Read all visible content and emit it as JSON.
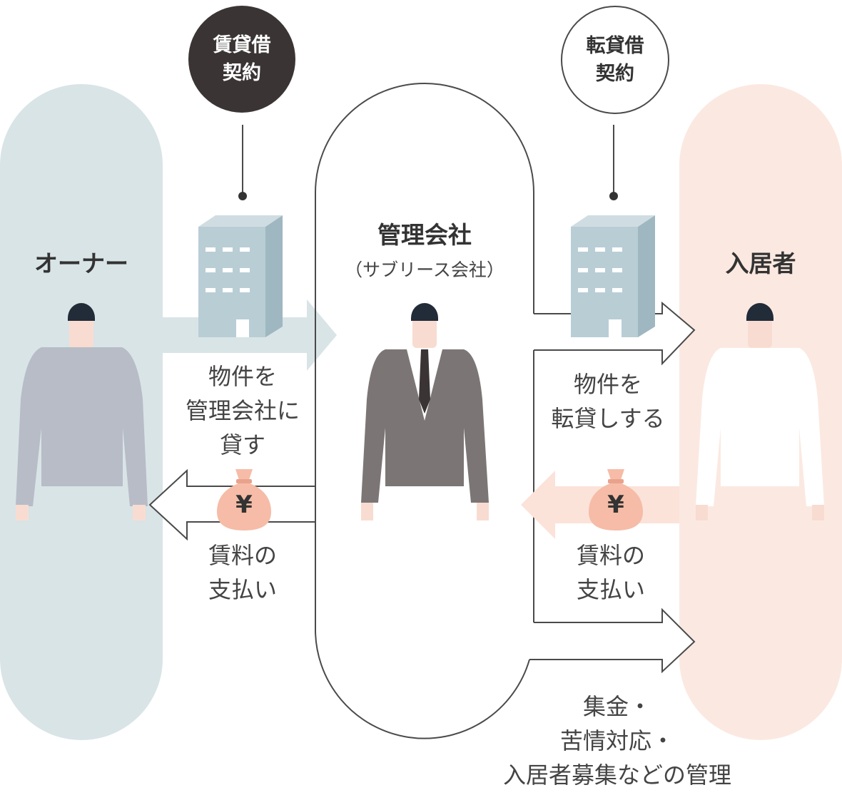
{
  "contract_badges": {
    "lease": "賃貸借\n契約",
    "sublease": "転貸借\n契約"
  },
  "actors": {
    "owner": "オーナー",
    "manager": "管理会社",
    "manager_sub": "（サブリース会社）",
    "tenant": "入居者"
  },
  "flows": {
    "lend_to_manager": "物件を\n管理会社に\n貸す",
    "sublease": "物件を\n転貸しする",
    "rent_to_owner": "賃料の\n支払い",
    "rent_to_manager": "賃料の\n支払い",
    "management": "集金・\n苦情対応・\n入居者募集などの管理"
  },
  "icons": {
    "money_bag_symbol": "¥",
    "building": "building-icon",
    "person": "person-icon"
  },
  "colors": {
    "owner_panel": "#d9e4e6",
    "tenant_panel": "#fbe9e1",
    "owner_body": "#b7bcc7",
    "manager_suit": "#7b7675",
    "tenant_body": "#ffffff",
    "hair": "#222b38",
    "skin": "#f8dcd1",
    "building": "#b9cdd5",
    "money_bag": "#f6bca7",
    "badge_dark": "#3a3534",
    "line": "#4a4a4a"
  }
}
